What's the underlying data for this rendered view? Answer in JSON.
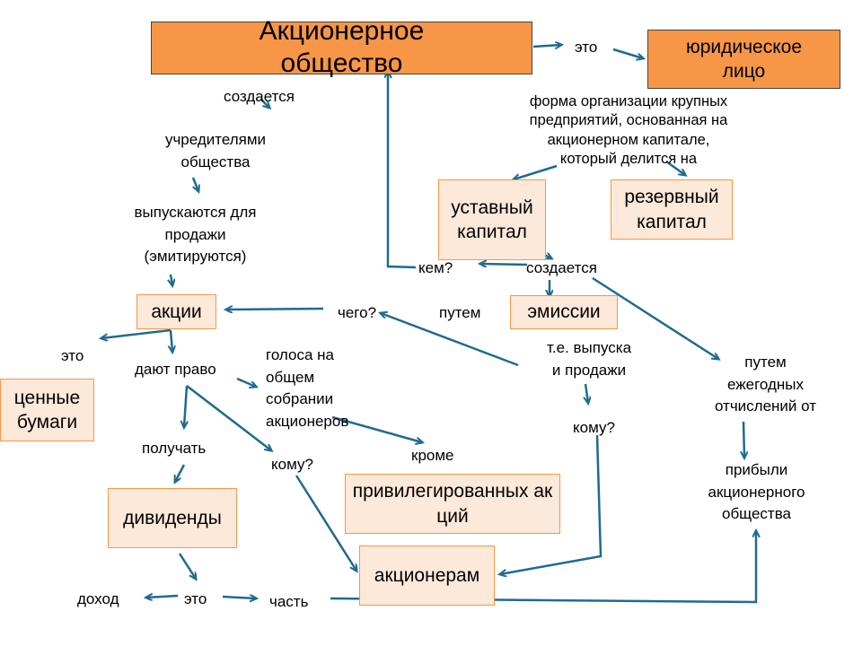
{
  "nodes": {
    "joint_stock_company": "Акционерное общество",
    "legal_entity": "юридическое лицо",
    "authorized_capital": "уставный капитал",
    "reserve_capital": "резервный капитал",
    "emission": "эмиссии",
    "shares": "акции",
    "securities": "ценные бумаги",
    "dividends": "дивиденды",
    "preferred_shares": "привилегированных акций",
    "shareholders": "акционерам"
  },
  "labels": {
    "is1": "это",
    "definition": [
      "форма организации крупных",
      "предприятий, основанная на",
      "акционерном капитале,",
      "который делится на"
    ],
    "created1": "создается",
    "founders": [
      "учредителями",
      "общества"
    ],
    "issued": [
      "выпускаются для",
      "продажи",
      "(эмитируются)"
    ],
    "who": "кем?",
    "created2": "создается",
    "what_of": "чего?",
    "by_means1": "путем",
    "is2": "это",
    "give_right": "дают право",
    "votes": [
      "голоса на",
      "общем",
      "собрании",
      "акционеров"
    ],
    "ie": [
      "т.е. выпуска",
      "и продажи"
    ],
    "by_means2": [
      "путем",
      "ежегодных",
      "отчислений от"
    ],
    "to_whom1": "кому?",
    "receive": "получать",
    "to_whom2": "кому?",
    "except": "кроме",
    "profit": [
      "прибыли",
      "акционерного",
      "общества"
    ],
    "income": "доход",
    "is3": "это",
    "part": "часть"
  },
  "colors": {
    "arrow": "#1f6b8f",
    "box_fill": "#fde9d9",
    "box_border": "#f79646",
    "title_fill": "#f79646"
  }
}
